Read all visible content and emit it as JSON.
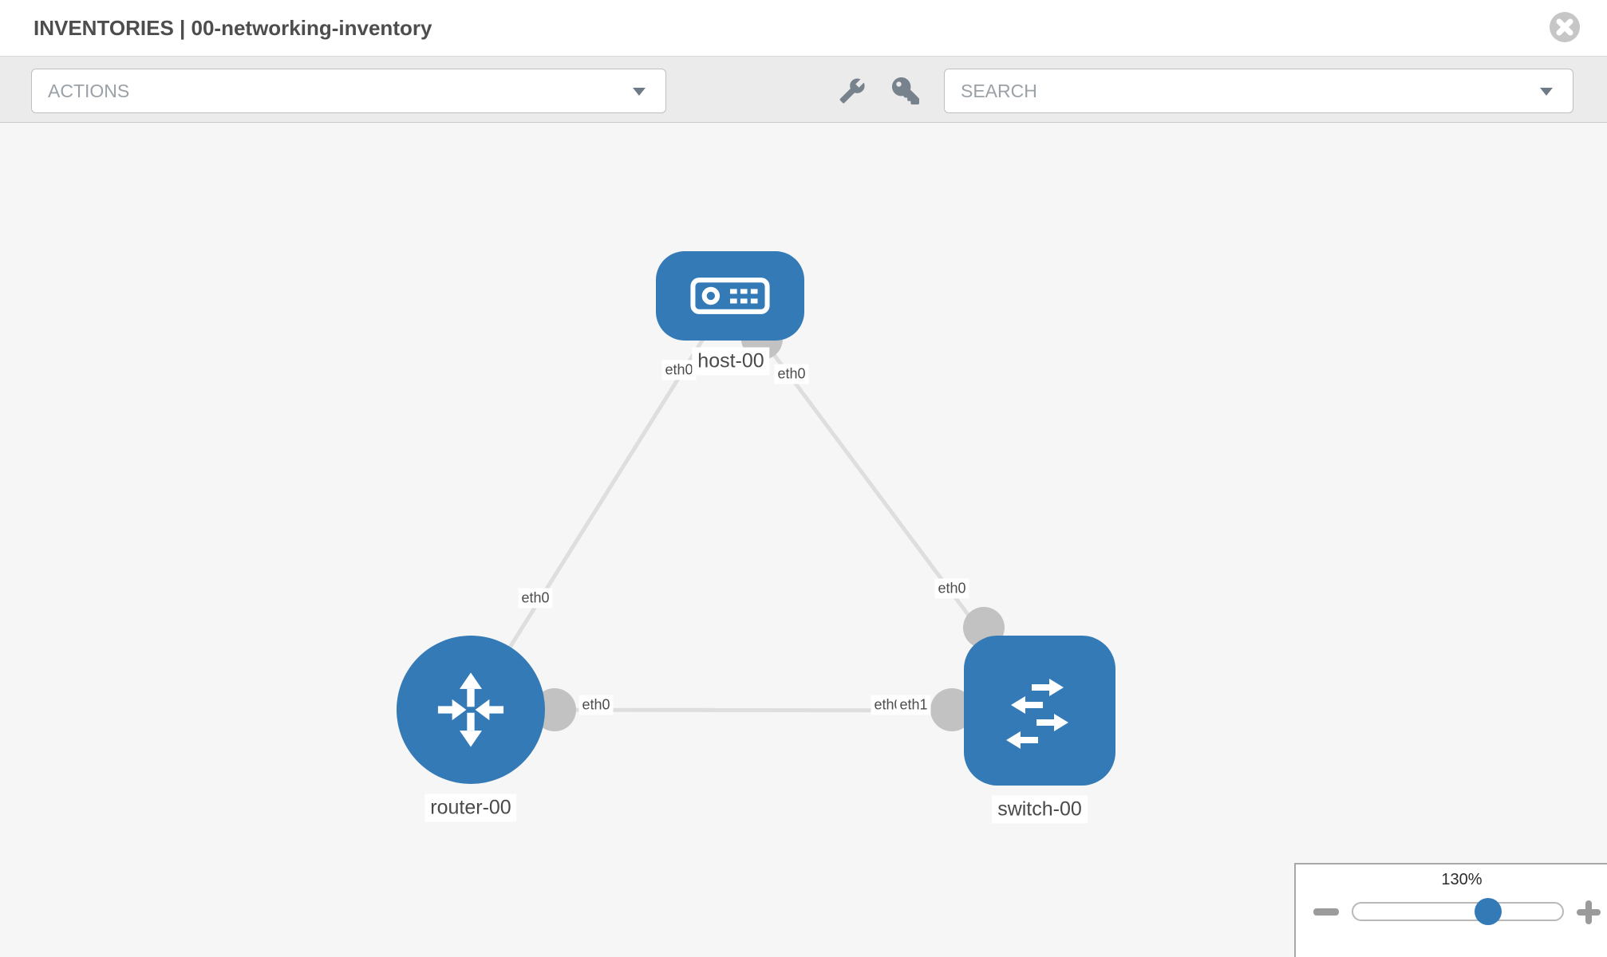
{
  "header": {
    "title": "INVENTORIES | 00-networking-inventory"
  },
  "toolbar": {
    "actions_label": "ACTIONS",
    "search_label": "SEARCH"
  },
  "topology": {
    "nodes": [
      {
        "label": "host-00",
        "type": "host"
      },
      {
        "label": "router-00",
        "type": "router"
      },
      {
        "label": "switch-00",
        "type": "switch"
      }
    ],
    "links": [
      {
        "from": "host-00",
        "from_interface": "eth0",
        "to": "router-00",
        "to_interface": "eth0"
      },
      {
        "from": "host-00",
        "from_interface": "eth0",
        "to": "switch-00",
        "to_interface": "eth0"
      },
      {
        "from": "router-00",
        "from_interface": "eth0",
        "to": "switch-00",
        "to_interface": "eth1"
      }
    ],
    "iface_labels": [
      {
        "text": "eth0"
      },
      {
        "text": "eth0"
      },
      {
        "text": "eth0"
      },
      {
        "text": "eth0"
      },
      {
        "text": "eth0"
      },
      {
        "text": "eth0"
      },
      {
        "text": "eth1"
      }
    ]
  },
  "zoom_control": {
    "value": "130%"
  },
  "colors": {
    "accent_blue": "#337ab7",
    "connector_gray": "#c2c2c2",
    "link_gray": "#dedede",
    "icon_gray": "#77828c",
    "canvas_bg": "#f6f6f6",
    "toolbar_bg": "#ebebeb"
  }
}
